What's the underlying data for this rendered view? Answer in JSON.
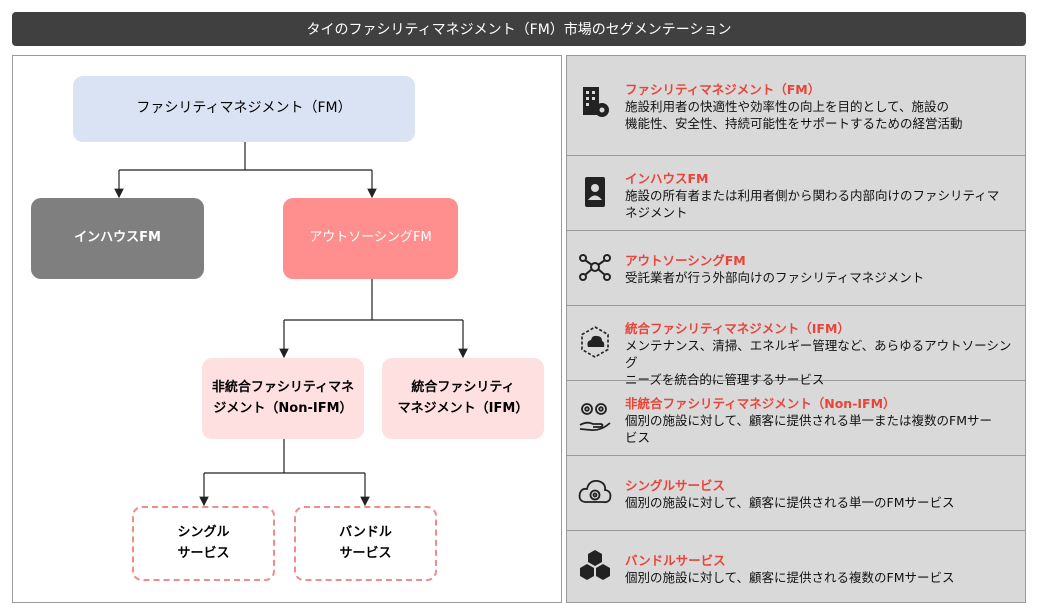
{
  "title": "タイのファシリティマネジメント（FM）市場のセグメンテーション",
  "tree": {
    "root": "ファシリティマネジメント（FM）",
    "inhouse": "インハウスFM",
    "outsourcing": "アウトソーシングFM",
    "non_ifm": [
      "非統合ファシリティマネ",
      "ジメント（Non-IFM）"
    ],
    "ifm": [
      "統合ファシリティ",
      "マネジメント（IFM）"
    ],
    "single": [
      "シングル",
      "サービス"
    ],
    "bundle": [
      "バンドル",
      "サービス"
    ]
  },
  "legend": [
    {
      "icon": "building-gear-icon",
      "title": "ファシリティマネジメント（FM）",
      "desc": [
        "施設利用者の快適性や効率性の向上を目的として、施設の",
        "機能性、安全性、持続可能性をサポートするための経営活動"
      ]
    },
    {
      "icon": "id-badge-icon",
      "title": "インハウスFM",
      "desc": [
        "施設の所有者または利用者側から関わる内部向けのファシリティマ",
        "ネジメント"
      ]
    },
    {
      "icon": "network-people-icon",
      "title": "アウトソーシングFM",
      "desc": [
        "受託業者が行う外部向けのファシリティマネジメント"
      ]
    },
    {
      "icon": "cloud-hexagon-icon",
      "title": "統合ファシリティマネジメント（IFM）",
      "desc": [
        "メンテナンス、清掃、エネルギー管理など、あらゆるアウトソーシング",
        "ニーズを統合的に管理するサービス"
      ]
    },
    {
      "icon": "gears-hand-icon",
      "title": "非統合ファシリティマネジメント（Non-IFM）",
      "desc": [
        "個別の施設に対して、顧客に提供される単一または複数のFMサー",
        "ビス"
      ]
    },
    {
      "icon": "cloud-gear-icon",
      "title": "シングルサービス",
      "desc": [
        "個別の施設に対して、顧客に提供される単一のFMサービス"
      ]
    },
    {
      "icon": "cubes-icon",
      "title": "バンドルサービス",
      "desc": [
        "個別の施設に対して、顧客に提供される複数のFMサービス"
      ]
    }
  ]
}
